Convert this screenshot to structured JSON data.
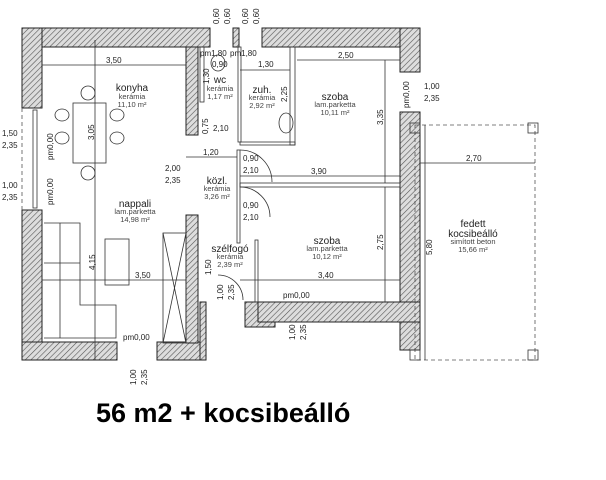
{
  "rooms": {
    "konyha": {
      "name": "konyha",
      "floor": "kerámia",
      "area": "11,10 m²"
    },
    "wc": {
      "name": "wc",
      "floor": "kerámia",
      "area": "1,17 m²"
    },
    "zuh": {
      "name": "zuh.",
      "floor": "kerámia",
      "area": "2,92 m²"
    },
    "szoba1": {
      "name": "szoba",
      "floor": "lam.parketta",
      "area": "10,11 m²"
    },
    "kozl": {
      "name": "közl.",
      "floor": "kerámia",
      "area": "3,26 m²"
    },
    "nappali": {
      "name": "nappali",
      "floor": "lam.parketta",
      "area": "14,98 m²"
    },
    "szelfogo": {
      "name": "szélfogó",
      "floor": "kerámia",
      "area": "2,39 m²"
    },
    "szoba2": {
      "name": "szoba",
      "floor": "lam.parketta",
      "area": "10,12 m²"
    },
    "carport": {
      "name1": "fedett",
      "name2": "kocsibeálló",
      "floor": "simított beton",
      "area": "15,66 m²"
    }
  },
  "dimensions": {
    "top_060": "0,60",
    "konyha_w": "3,50",
    "table": "3,05",
    "wc_h": "1,30",
    "zuh_w": "1,30",
    "zuh_h": "2,25",
    "szoba1_w": "2,50",
    "szoba1_h": "3,35",
    "corr_w": "1,20",
    "corr_2": "3,90",
    "szoba2_h": "2,75",
    "szoba2_w": "3,40",
    "nappali_w": "3,50",
    "nappali_h": "4,15",
    "carport_w": "2,70",
    "carport_h": "5,80",
    "pm_label": "pm0,00",
    "pm_bath1": "pm1,80",
    "pm_bath2": "pm1,80",
    "win_wc": "0,90",
    "win_left1_a": "1,50",
    "win_left1_b": "2,35",
    "win_left2_a": "1,00",
    "win_left2_b": "2,35",
    "win_right_a": "1,00",
    "win_right_b": "2,35",
    "door_090": "0,90",
    "door_210": "2,10",
    "door_075": "0,75",
    "door_210b": "2,10",
    "open_200": "2,00",
    "open_235": "2,35",
    "bot_100": "1,00",
    "bot_235": "2,35",
    "entry_100": "1,00",
    "entry_235": "2,35",
    "entry_150": "1,50"
  },
  "caption": "56 m2 + kocsibeálló"
}
